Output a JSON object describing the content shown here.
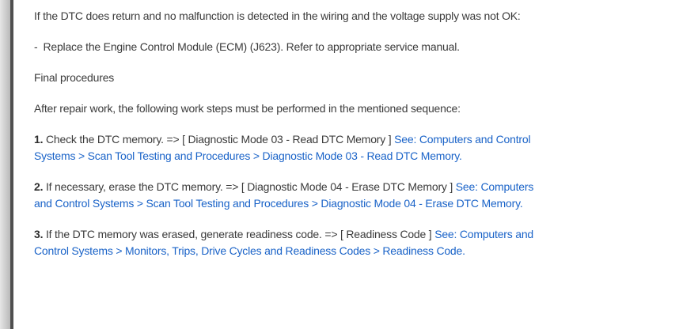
{
  "page": {
    "background": "#ffffff",
    "text_color": "#3b3b3b",
    "link_color": "#1a63c8"
  },
  "content": {
    "paragraph_condition": "If the DTC does return and no malfunction is detected in the wiring and the voltage supply was not OK:",
    "bullet": {
      "dash": "-",
      "text": "Replace the Engine Control Module (ECM) (J623). Refer to appropriate service manual."
    },
    "heading": "Final procedures",
    "paragraph_after_repair": "After repair work, the following work steps must be performed in the mentioned sequence:",
    "steps": [
      {
        "number": "1.",
        "text": "Check the DTC memory. => [ Diagnostic Mode 03 - Read DTC Memory ]",
        "link": "See: Computers and Control Systems > Scan Tool Testing and Procedures > Diagnostic Mode 03 - Read DTC Memory."
      },
      {
        "number": "2.",
        "text": "If necessary, erase the DTC memory. => [ Diagnostic Mode 04 - Erase DTC Memory ]",
        "link": "See: Computers and Control Systems > Scan Tool Testing and Procedures > Diagnostic Mode 04 - Erase DTC Memory."
      },
      {
        "number": "3.",
        "text": "If the DTC memory was erased, generate readiness code. => [ Readiness Code ]",
        "link": "See: Computers and Control Systems > Monitors, Trips, Drive Cycles and Readiness Codes > Readiness Code."
      }
    ]
  }
}
